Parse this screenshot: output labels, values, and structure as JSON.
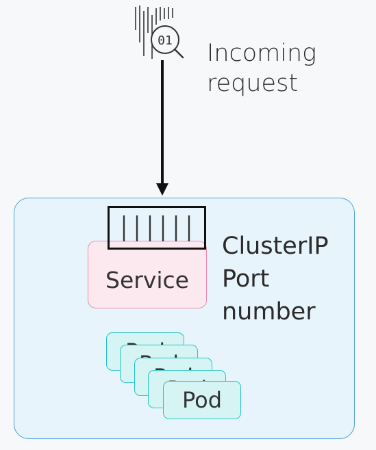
{
  "request": {
    "badge": "01",
    "label_line1": "Incoming",
    "label_line2": "request"
  },
  "service": {
    "label": "Service"
  },
  "cluster": {
    "label_line1": "ClusterIP",
    "label_line2": "Port",
    "label_line3": "number"
  },
  "pods": [
    {
      "label": "Pod"
    },
    {
      "label": "Pod"
    },
    {
      "label": "Pod"
    },
    {
      "label": "Pod"
    },
    {
      "label": "Pod"
    }
  ],
  "colors": {
    "cluster_fill": "#e8f4fc",
    "cluster_border": "#4aa0d8",
    "service_fill": "#fbe9ef",
    "service_border": "#f08bb0",
    "pod_fill": "#d7f4f4",
    "pod_border": "#26c3c3"
  }
}
